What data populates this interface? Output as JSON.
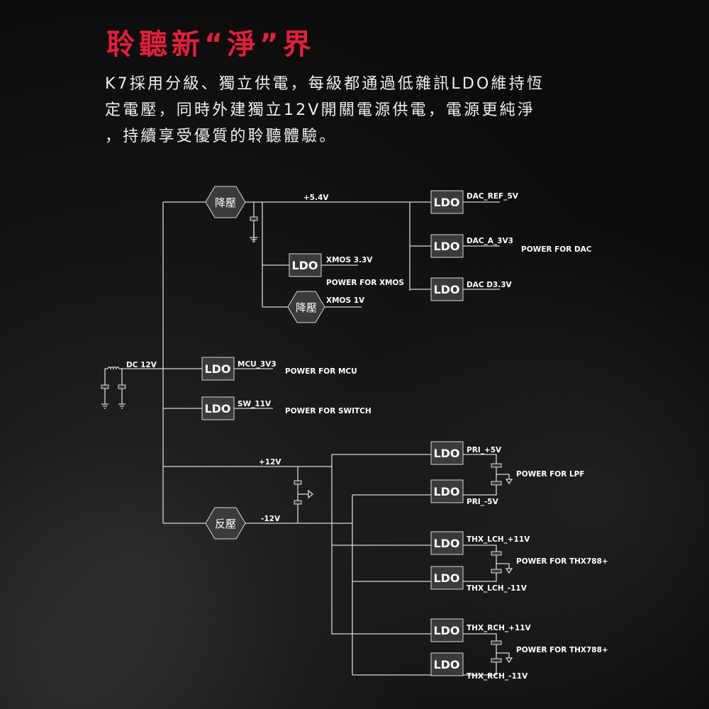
{
  "title": "聆聽新“淨”界",
  "paragraph": [
    "K7採用分級、獨立供電，每級都通過低雜訊LDO維持恆",
    "定電壓，同時外建獨立12V開關電源供電，電源更純淨",
    "，持續享受優質的聆聽體驗。"
  ],
  "diagram": {
    "ldo": "LDO",
    "buck": "降壓",
    "inverter": "反壓",
    "dc_in": "DC 12V",
    "rail_54": "+5.4V",
    "rail_p12": "+12V",
    "rail_m12": "-12V",
    "xmos33": "XMOS 3.3V",
    "xmos1": "XMOS 1V",
    "power_xmos": "POWER FOR XMOS",
    "dac_ref": "DAC_REF_5V",
    "dac_a": "DAC_A_3V3",
    "dac_d": "DAC D3.3V",
    "power_dac": "POWER FOR DAC",
    "mcu": "MCU_3V3",
    "power_mcu": "POWER FOR MCU",
    "sw": "SW_11V",
    "power_switch": "POWER FOR SWITCH",
    "pri_p": "PRI_+5V",
    "pri_m": "PRI_-5V",
    "power_lpf": "POWER FOR LPF",
    "lch_p": "THX_LCH_+11V",
    "lch_m": "THX_LCH_-11V",
    "rch_p": "THX_RCH_+11V",
    "rch_m": "THX_RCH_-11V",
    "power_thx": "POWER FOR THX788+"
  },
  "colors": {
    "accent": "#e0213c",
    "line": "#d8d8d8",
    "box": "#3a3a3a"
  }
}
